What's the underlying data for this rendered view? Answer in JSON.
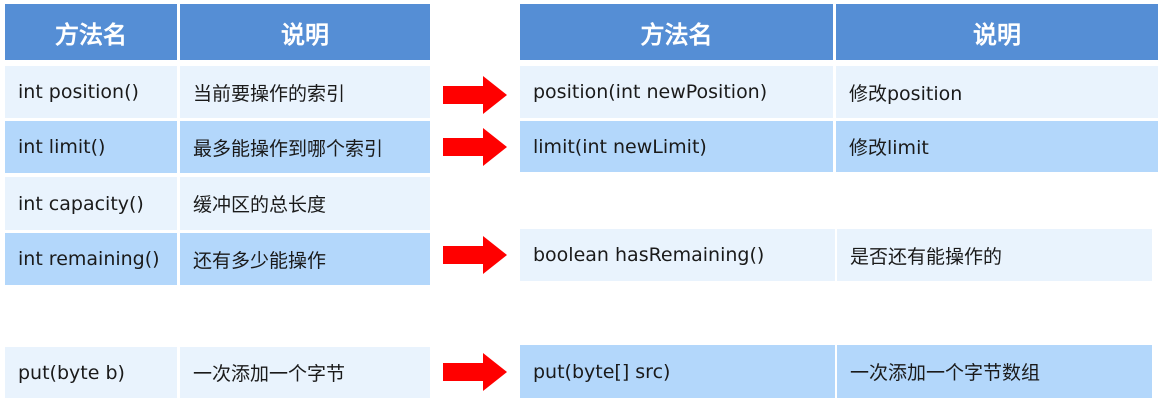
{
  "left_table": {
    "headers": [
      "方法名",
      "说明"
    ],
    "rows": [
      {
        "method": "int position()",
        "desc": "当前要操作的索引"
      },
      {
        "method": "int limit()",
        "desc": "最多能操作到哪个索引"
      },
      {
        "method": "int capacity()",
        "desc": "缓冲区的总长度"
      },
      {
        "method": "int remaining()",
        "desc": "还有多少能操作"
      }
    ]
  },
  "right_table": {
    "headers": [
      "方法名",
      "说明"
    ],
    "rows": [
      {
        "method": "position(int newPosition)",
        "desc": "修改position"
      },
      {
        "method": "limit(int newLimit)",
        "desc": "修改limit"
      },
      {
        "method": "boolean hasRemaining()",
        "desc": "是否还有能操作的"
      }
    ]
  },
  "put_left": {
    "method": "put(byte b)",
    "desc": "一次添加一个字节"
  },
  "put_right": {
    "method": "put(byte[] src)",
    "desc": "一次添加一个字节数组"
  },
  "colors": {
    "header": "#558ed5",
    "row_light": "#e9f3fd",
    "row_dark": "#b3d7fb",
    "arrow": "#ff0000"
  }
}
